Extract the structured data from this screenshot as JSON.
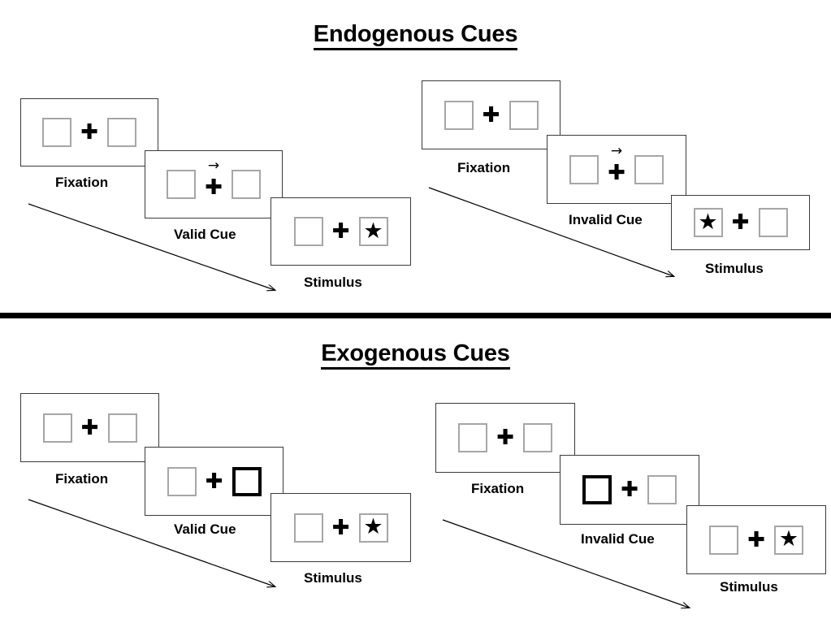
{
  "figure": {
    "title_top": "Endogenous Cues",
    "title_bottom": "Exogenous Cues",
    "divider_color": "#000000"
  },
  "labels": {
    "fixation": "Fixation",
    "valid_cue": "Valid Cue",
    "invalid_cue": "Invalid Cue",
    "stimulus": "Stimulus"
  },
  "glyphs": {
    "plus": "✚",
    "star": "★",
    "arrow_right": "→"
  },
  "colors": {
    "box_border": "#a6a6a6",
    "box_border_cued": "#000000",
    "panel_border": "#3a3a3a",
    "ink": "#000000"
  },
  "sequences": [
    {
      "id": "endogenous-valid",
      "section": "Endogenous Cues",
      "cue_type": "endogenous",
      "validity": "valid",
      "frames": [
        {
          "name": "fixation",
          "caption": "Fixation",
          "left_box": "empty",
          "right_box": "empty",
          "center_cue": "none"
        },
        {
          "name": "valid-cue",
          "caption": "Valid Cue",
          "left_box": "empty",
          "right_box": "empty",
          "center_cue": "arrow-right"
        },
        {
          "name": "stimulus",
          "caption": "Stimulus",
          "left_box": "empty",
          "right_box": "star",
          "center_cue": "none"
        }
      ]
    },
    {
      "id": "endogenous-invalid",
      "section": "Endogenous Cues",
      "cue_type": "endogenous",
      "validity": "invalid",
      "frames": [
        {
          "name": "fixation",
          "caption": "Fixation",
          "left_box": "empty",
          "right_box": "empty",
          "center_cue": "none"
        },
        {
          "name": "invalid-cue",
          "caption": "Invalid Cue",
          "left_box": "empty",
          "right_box": "empty",
          "center_cue": "arrow-right"
        },
        {
          "name": "stimulus",
          "caption": "Stimulus",
          "left_box": "star",
          "right_box": "empty",
          "center_cue": "none"
        }
      ]
    },
    {
      "id": "exogenous-valid",
      "section": "Exogenous Cues",
      "cue_type": "exogenous",
      "validity": "valid",
      "frames": [
        {
          "name": "fixation",
          "caption": "Fixation",
          "left_box": "empty",
          "right_box": "empty",
          "center_cue": "none"
        },
        {
          "name": "valid-cue",
          "caption": "Valid Cue",
          "left_box": "empty",
          "right_box": "highlighted",
          "center_cue": "none"
        },
        {
          "name": "stimulus",
          "caption": "Stimulus",
          "left_box": "empty",
          "right_box": "star",
          "center_cue": "none"
        }
      ]
    },
    {
      "id": "exogenous-invalid",
      "section": "Exogenous Cues",
      "cue_type": "exogenous",
      "validity": "invalid",
      "frames": [
        {
          "name": "fixation",
          "caption": "Fixation",
          "left_box": "empty",
          "right_box": "empty",
          "center_cue": "none"
        },
        {
          "name": "invalid-cue",
          "caption": "Invalid Cue",
          "left_box": "highlighted",
          "right_box": "empty",
          "center_cue": "none"
        },
        {
          "name": "stimulus",
          "caption": "Stimulus",
          "left_box": "empty",
          "right_box": "star",
          "center_cue": "none"
        }
      ]
    }
  ]
}
